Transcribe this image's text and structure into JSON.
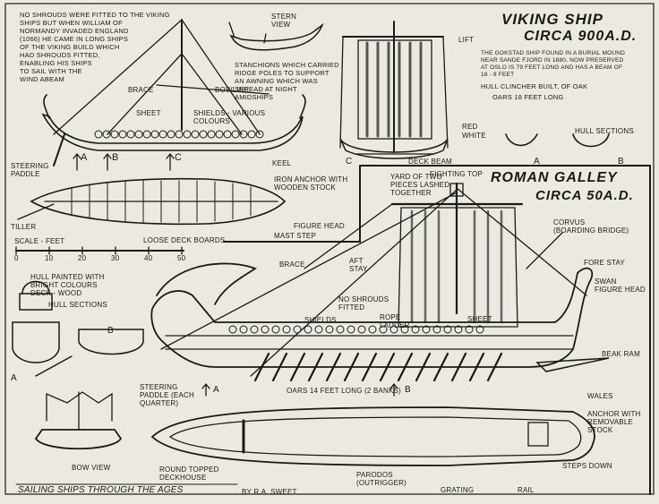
{
  "viking": {
    "title_line1": "VIKING SHIP",
    "title_line2": "CIRCA 900A.D.",
    "intro_note": "NO SHROUDS WERE FITTED TO THE VIKING\nSHIPS BUT WHEN WILLIAM OF\nNORMANDY INVADED ENGLAND\n(1066) HE CAME IN LONG SHIPS\nOF THE VIKING BUILD WHICH\nHAD SHROUDS FITTED,\nENABLING HIS SHIPS\nTO SAIL WITH THE\nWIND ABEAM",
    "gokstad_note": "THE GOKSTAD SHIP FOUND IN A BURIAL MOUND\nNEAR SANDE FJORD IN 1880, NOW PRESERVED\nAT OSLO IS 79 FEET LONG AND HAS A BEAM OF\n16 - 8 FEET",
    "hull_note": "HULL CLINCHER BUILT, OF OAK",
    "oars_note": "OARS 18 FEET LONG",
    "labels": {
      "stern_view": "STERN\nVIEW",
      "brace": "BRACE",
      "bowline": "BOWLINE",
      "stanchions": "STANCHIONS WHICH CARRIED\nRIDGE POLES TO SUPPORT\nAN AWNING WHICH WAS\nSPREAD AT NIGHT\nAMIDSHIPS",
      "sheet": "SHEET",
      "shields": "SHIELDS - VARIOUS\nCOLOURS",
      "keel": "KEEL",
      "steering_paddle": "STEERING\nPADDLE",
      "lift": "LIFT",
      "red": "RED",
      "white": "WHITE",
      "deck_beam": "DECK BEAM",
      "hull_sections": "HULL SECTIONS",
      "section_a": "A",
      "section_b": "B",
      "section_c": "C",
      "tiller": "TILLER",
      "iron_anchor": "IRON ANCHOR WITH\nWOODEN STOCK",
      "figure_head": "FIGURE HEAD",
      "mast_step": "MAST STEP",
      "loose_boards": "LOOSE DECK BOARDS",
      "scale_feet": "SCALE - FEET",
      "scale_ticks": [
        "0",
        "10",
        "20",
        "30",
        "40",
        "50"
      ]
    }
  },
  "roman": {
    "title_line1": "ROMAN GALLEY",
    "title_line2": "CIRCA 50A.D.",
    "labels": {
      "yard": "YARD OF TWO\nPIECES LASHED\nTOGETHER",
      "fighting_top": "FIGHTING TOP",
      "corvus": "CORVUS\n(BOARDING BRIDGE)",
      "fore_stay": "FORE STAY",
      "swan": "SWAN\nFIGURE HEAD",
      "brace": "BRACE",
      "aft_stay": "AFT\nSTAY",
      "no_shrouds": "NO SHROUDS\nFITTED",
      "shields": "SHIELDS",
      "rope_ladder": "ROPE\nLADDER",
      "sheet": "SHEET",
      "beak_ram": "BEAK RAM",
      "hull_painted": "HULL PAINTED WITH\nBRIGHT COLOURS\nDECK - WOOD",
      "hull_sections": "HULL SECTIONS",
      "steering_paddle": "STEERING\nPADDLE (EACH\nQUARTER)",
      "oars": "OARS 14 FEET LONG (2 BANKS)",
      "wales": "WALES",
      "anchor": "ANCHOR WITH\nREMOVABLE\nSTOCK",
      "steps_down": "STEPS DOWN",
      "bow_view": "BOW VIEW",
      "deckhouse": "ROUND TOPPED\nDECKHOUSE",
      "parodos": "PARODOS\n(OUTRIGGER)",
      "grating": "GRATING",
      "rail": "RAIL",
      "mark_a": "A",
      "mark_b": "B"
    }
  },
  "footer": {
    "title": "SAILING SHIPS THROUGH THE AGES",
    "byline": "BY R.A. SWEET"
  }
}
